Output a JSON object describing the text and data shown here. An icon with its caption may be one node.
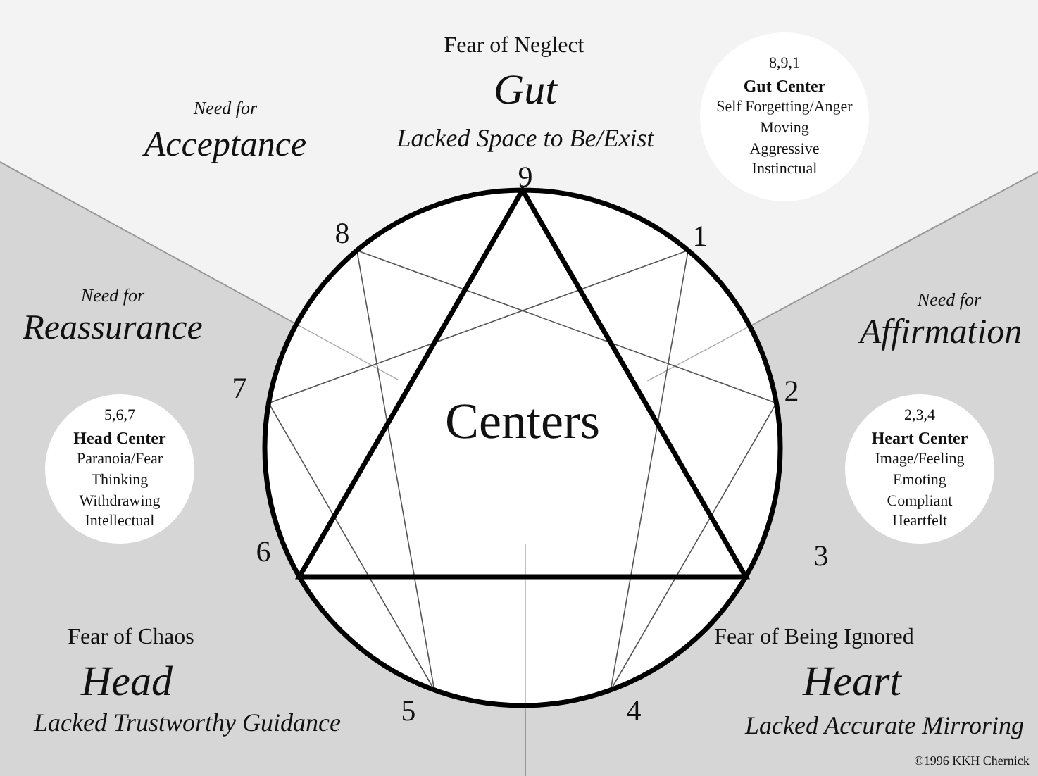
{
  "diagram": {
    "nodes": [
      {
        "text": [
          "Centers"
        ]
      },
      {
        "text": [
          "8,9,1",
          "Gut Center",
          "Self Forgetting/Anger",
          "Moving",
          "Aggressive",
          "Instinctual"
        ]
      },
      {
        "text": [
          "5,6,7",
          "Head Center",
          "Paranoia/Fear",
          "Thinking",
          "Withdrawing",
          "Intellectual"
        ]
      },
      {
        "text": [
          "2,3,4",
          "Heart Center",
          "Image/Feeling",
          "Emoting",
          "Compliant",
          "Heartfelt"
        ]
      }
    ],
    "labels": [
      "Fear of Neglect",
      "Gut",
      "Need for",
      "Acceptance",
      "Lacked Space to Be/Exist",
      "9",
      "8",
      "1",
      "Need for",
      "Reassurance",
      "Need for",
      "Affirmation",
      "7",
      "2",
      "6",
      "3",
      "Fear of Chaos",
      "Head",
      "Lacked Trustworthy Guidance",
      "5",
      "4",
      "Fear of Being Ignored",
      "Heart",
      "Lacked Accurate Mirroring",
      "©1996 KKH Chernick"
    ]
  }
}
